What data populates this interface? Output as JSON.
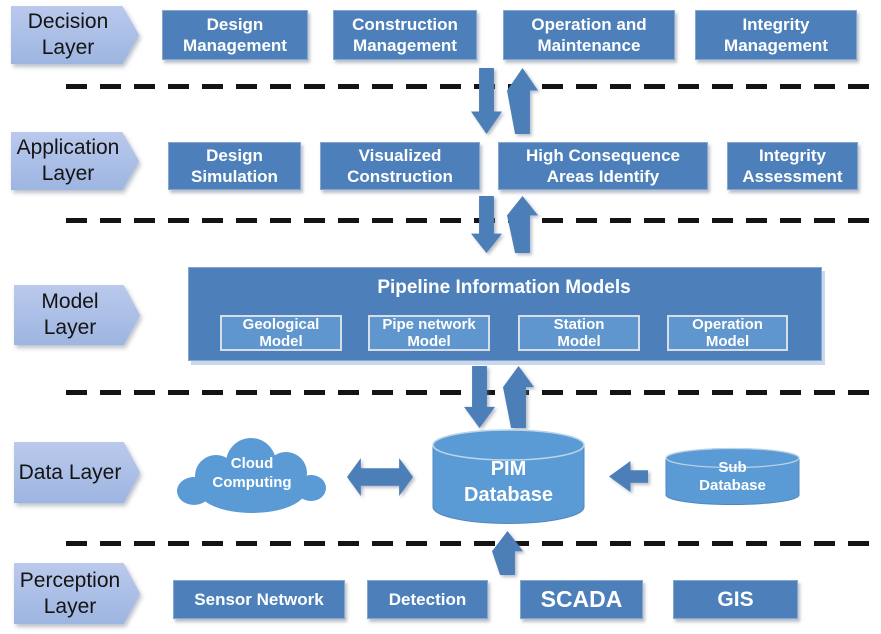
{
  "decision_layer": {
    "label": "Decision\nLayer",
    "boxes": [
      "Design\nManagement",
      "Construction\nManagement",
      "Operation and\nMaintenance",
      "Integrity\nManagement"
    ]
  },
  "application_layer": {
    "label": "Application\nLayer",
    "boxes": [
      "Design\nSimulation",
      "Visualized\nConstruction",
      "High Consequence\nAreas Identify",
      "Integrity\nAssessment"
    ]
  },
  "model_layer": {
    "label": "Model\nLayer",
    "title": "Pipeline Information Models",
    "boxes": [
      "Geological\nModel",
      "Pipe network\nModel",
      "Station\nModel",
      "Operation\nModel"
    ]
  },
  "data_layer": {
    "label": "Data Layer",
    "cloud_label": "Cloud\nComputing",
    "pim_database_label": "PIM\nDatabase",
    "sub_database_label": "Sub\nDatabase"
  },
  "perception_layer": {
    "label": "Perception\nLayer",
    "boxes": [
      "Sensor Network",
      "Detection",
      "SCADA",
      "GIS"
    ]
  },
  "colors": {
    "box_blue": "#4D80BA",
    "model_subbox_blue": "#5F96CE",
    "shape_blue": "#5B9BD5",
    "layer_tag_blue": "#A9BFE6",
    "arrow_blue": "#4C7EB8",
    "divider_black": "#141414",
    "text_white": "#FFFFFF"
  }
}
